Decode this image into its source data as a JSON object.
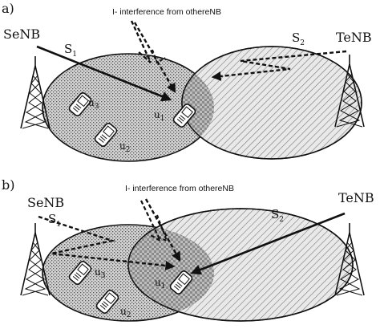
{
  "panels": [
    {
      "id": "a",
      "panel_label": "a)",
      "interference_label": "I- interference from othereNB",
      "source_enb": "SeNB",
      "target_enb": "TeNB",
      "cell_s1": {
        "name": "S",
        "subscript": "1"
      },
      "cell_s2": {
        "name": "S",
        "subscript": "2"
      },
      "users": [
        {
          "name": "u",
          "subscript": "1"
        },
        {
          "name": "u",
          "subscript": "2"
        },
        {
          "name": "u",
          "subscript": "3"
        }
      ]
    },
    {
      "id": "b",
      "panel_label": "b)",
      "interference_label": "I- interference from othereNB",
      "source_enb": "SeNB",
      "target_enb": "TeNB",
      "cell_s1": {
        "name": "S",
        "subscript": "1"
      },
      "cell_s2": {
        "name": "S",
        "subscript": "2"
      },
      "users": [
        {
          "name": "u",
          "subscript": "1"
        },
        {
          "name": "u",
          "subscript": "2"
        },
        {
          "name": "u",
          "subscript": "3"
        }
      ]
    }
  ],
  "colors": {
    "line": "#111111",
    "cell_s1_fill": "#cfcfcf",
    "cell_s2_fill": "#eeeeee",
    "background": "#ffffff"
  },
  "icons": [
    "tower-icon",
    "phone-icon"
  ]
}
